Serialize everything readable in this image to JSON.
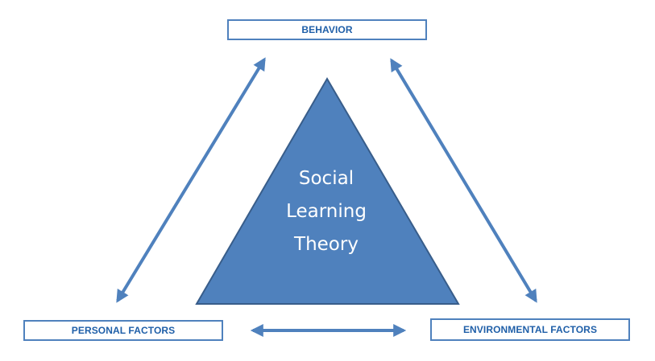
{
  "nodes": {
    "behavior": "BEHAVIOR",
    "personal": "PERSONAL FACTORS",
    "environmental": "ENVIRONMENTAL FACTORS"
  },
  "center": {
    "lines": [
      "Social",
      "Learning",
      "Theory"
    ]
  },
  "colors": {
    "accent": "#4f81bd",
    "triangle_fill": "#4f81bd",
    "triangle_stroke": "#385d8a",
    "label_text": "#1f5fa8"
  },
  "connections": [
    {
      "from": "personal",
      "to": "behavior",
      "style": "double-arrow"
    },
    {
      "from": "behavior",
      "to": "environmental",
      "style": "double-arrow"
    },
    {
      "from": "personal",
      "to": "environmental",
      "style": "double-arrow"
    }
  ]
}
